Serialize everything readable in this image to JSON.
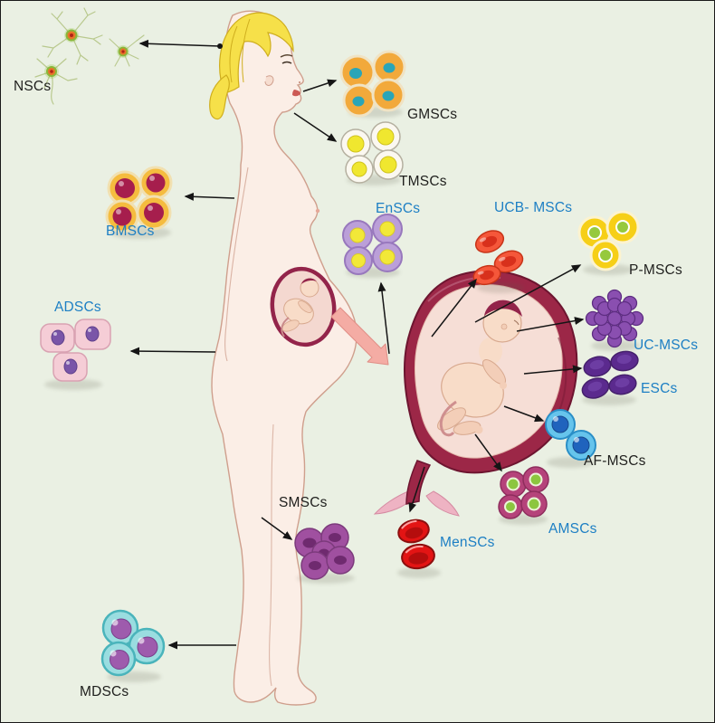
{
  "figure": {
    "background_color": "#eaf0e3",
    "border_color": "#1a1a1a",
    "central_illustrations": [
      "pregnant-woman-side-profile",
      "uterus-with-fetus",
      "fetus-in-belly"
    ]
  },
  "palette": {
    "label_blue": "#1d7fc4",
    "label_black": "#1f1f1d",
    "arrow_black": "#151515",
    "belly_arrow_pink": "#f4aca4",
    "skin": "#fbeee6",
    "hair_blonde": "#f6e049",
    "uterus_maroon": "#9c2747"
  },
  "sources": {
    "nscs": {
      "label": "NSCs",
      "label_color": "#1f1f1d",
      "icon": "neuron-cells-icon"
    },
    "gmscs": {
      "label": "GMSCs",
      "label_color": "#1f1f1d",
      "icon": "gingival-msc-cells-icon",
      "cell_color": "#f2a93b",
      "nucleus_color": "#2aa5b8"
    },
    "tmscs": {
      "label": "TMSCs",
      "label_color": "#1f1f1d",
      "icon": "tonsil-msc-cells-icon",
      "cell_color": "#fbf8f0",
      "nucleus_color": "#f0e72f"
    },
    "bmscs": {
      "label": "BMSCs",
      "label_color": "#1d7fc4",
      "icon": "bone-marrow-sc-cells-icon",
      "cell_color": "#f5bc3f",
      "nucleus_color": "#a61e4d"
    },
    "enscs": {
      "label": "EnSCs",
      "label_color": "#1d7fc4",
      "icon": "endometrial-sc-cells-icon",
      "cell_color": "#bb9fd8",
      "nucleus_color": "#f2e838"
    },
    "ucb_mscs": {
      "label": "UCB- MSCs",
      "label_color": "#1d7fc4",
      "icon": "cord-blood-msc-cells-icon",
      "cell_color": "#f5573a",
      "nucleus_color": "#d8301c"
    },
    "p_mscs": {
      "label": "P-MSCs",
      "label_color": "#1f1f1d",
      "icon": "placenta-msc-cells-icon",
      "cell_color": "#f6cf17",
      "nucleus_color": "#96c93d"
    },
    "uc_mscs": {
      "label": "UC-MSCs",
      "label_color": "#1d7fc4",
      "icon": "umbilical-cord-msc-cells-icon",
      "cell_color": "#8a4fb0"
    },
    "escs": {
      "label": "ESCs",
      "label_color": "#1d7fc4",
      "icon": "embryonic-sc-cells-icon",
      "cell_color": "#5b2a8e"
    },
    "af_mscs": {
      "label": "AF-MSCs",
      "label_color": "#1f1f1d",
      "icon": "amniotic-fluid-msc-cells-icon",
      "cell_color": "#66c4ec",
      "nucleus_color": "#2063bd"
    },
    "amscs": {
      "label": "AMSCs",
      "label_color": "#1d7fc4",
      "icon": "amniotic-membrane-sc-cells-icon",
      "cell_color": "#b5437a",
      "nucleus_color": "#8cc63f"
    },
    "menscs": {
      "label": "MenSCs",
      "label_color": "#1d7fc4",
      "icon": "menstrual-sc-cells-icon",
      "cell_color": "#e31414"
    },
    "smscs": {
      "label": "SMSCs",
      "label_color": "#1f1f1d",
      "icon": "skeletal-muscle-sc-cells-icon",
      "cell_color": "#a050a0"
    },
    "adscs": {
      "label": "ADSCs",
      "label_color": "#1d7fc4",
      "icon": "adipose-sc-cells-icon",
      "cell_color": "#f5cdd6",
      "nucleus_color": "#7a55a8"
    },
    "mdscs": {
      "label": "MDSCs",
      "label_color": "#1f1f1d",
      "icon": "muscle-derived-sc-cells-icon",
      "cell_color": "#9adde0",
      "nucleus_color": "#9e5bad"
    }
  }
}
